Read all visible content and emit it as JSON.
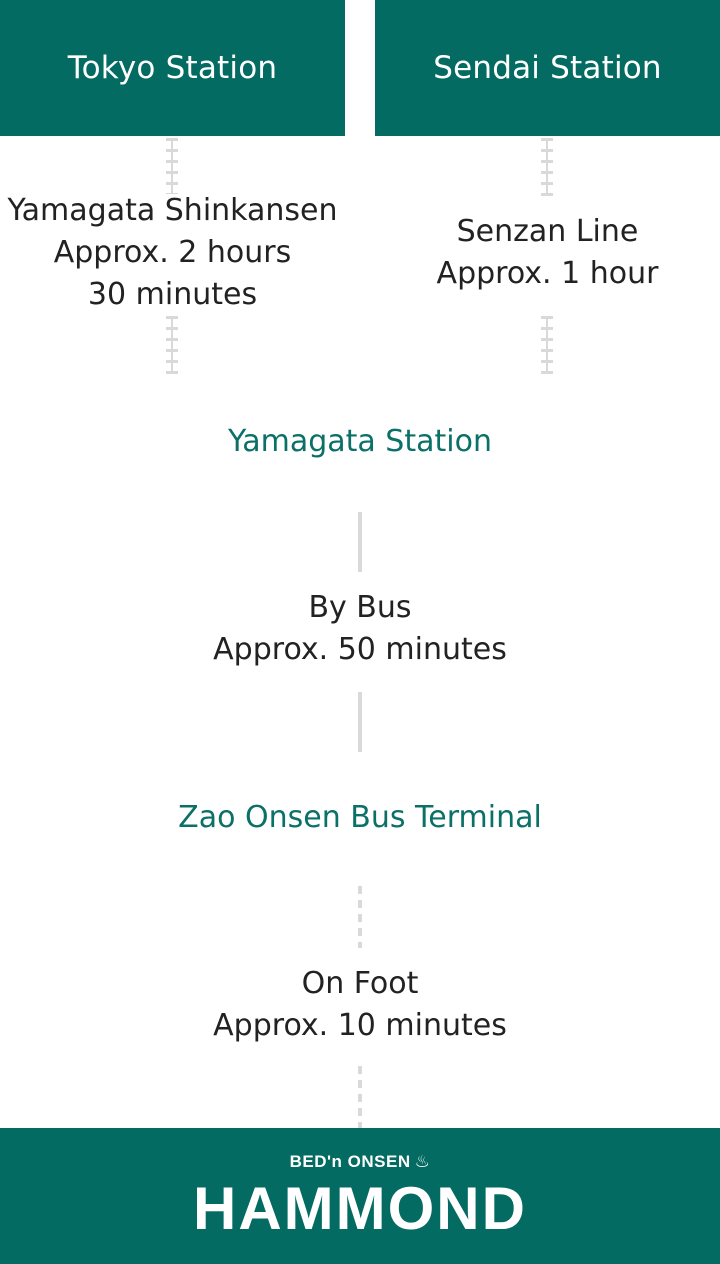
{
  "origins": {
    "tokyo": "Tokyo Station",
    "sendai": "Sendai Station"
  },
  "routes": {
    "tokyo": {
      "line": "Yamagata Shinkansen",
      "duration_1": "Approx. 2 hours",
      "duration_2": "30 minutes"
    },
    "sendai": {
      "line": "Senzan Line",
      "duration": "Approx. 1 hour"
    }
  },
  "yamagata_station": "Yamagata Station",
  "bus": {
    "mode": "By Bus",
    "duration": "Approx. 50 minutes"
  },
  "bus_terminal": "Zao Onsen Bus Terminal",
  "foot": {
    "mode": "On Foot",
    "duration": "Approx. 10 minutes"
  },
  "footer": {
    "brand_top": "BED'n ONSEN",
    "brand_icon": "♨",
    "brand_main": "HAMMOND"
  },
  "colors": {
    "brand_green": "#046b62",
    "station_text": "#0b7068",
    "line_gray": "#d9d9d9"
  }
}
